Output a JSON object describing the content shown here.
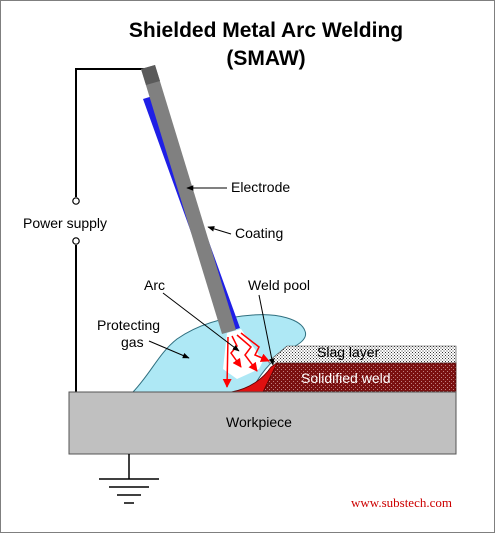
{
  "title": {
    "line1": "Shielded Metal Arc Welding",
    "line2": "(SMAW)"
  },
  "labels": {
    "power_supply": "Power supply",
    "electrode": "Electrode",
    "coating": "Coating",
    "arc": "Arc",
    "weld_pool": "Weld pool",
    "protecting_gas_line1": "Protecting",
    "protecting_gas_line2": "gas",
    "slag_layer": "Slag layer",
    "solidified_weld": "Solidified weld",
    "workpiece": "Workpiece"
  },
  "footer": {
    "website": "www.substech.com"
  },
  "colors": {
    "electrode_core": "#808080",
    "coating": "#1f1fe6",
    "gas": "#aee8f5",
    "solidified_weld": "#7a1010",
    "weld_pool": "#e01010",
    "arc_arrows": "#ff0000",
    "workpiece": "#c0c0c0",
    "website_text": "#cc0000"
  }
}
